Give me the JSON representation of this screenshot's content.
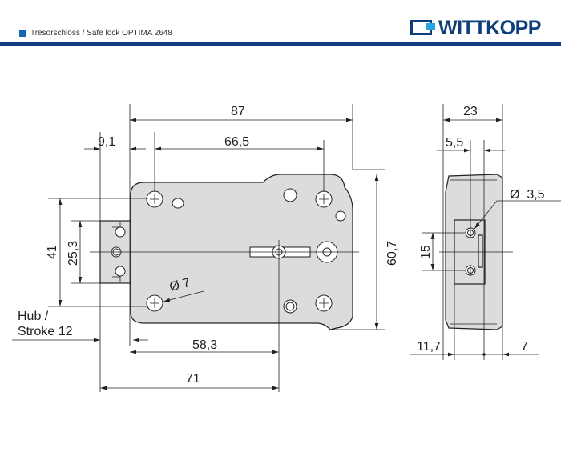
{
  "header": {
    "title": "Tresorschloss / Safe lock OPTIMA 2648",
    "brand": "WITTKOPP"
  },
  "colors": {
    "brand": "#0e3f7c",
    "accent": "#1468b4",
    "part_fill": "#dcdcdc"
  },
  "front_view": {
    "dims": {
      "overall_width": "87",
      "bolt_offset": "9,1",
      "hole_spacing_h": "66,5",
      "height": "60,7",
      "hole_spacing_v": "41",
      "bolt_height": "25,3",
      "hole_diameter": "Ø 7",
      "spindle_from_face": "58,3",
      "spindle_from_bolt": "71"
    },
    "stroke_label_1": "Hub /",
    "stroke_label_2": "Stroke 12"
  },
  "side_view": {
    "dims": {
      "depth": "23",
      "offset": "5,5",
      "screw_diameter": "Ø  3,5",
      "screw_spacing": "15",
      "left": "11,7",
      "right": "7"
    }
  }
}
